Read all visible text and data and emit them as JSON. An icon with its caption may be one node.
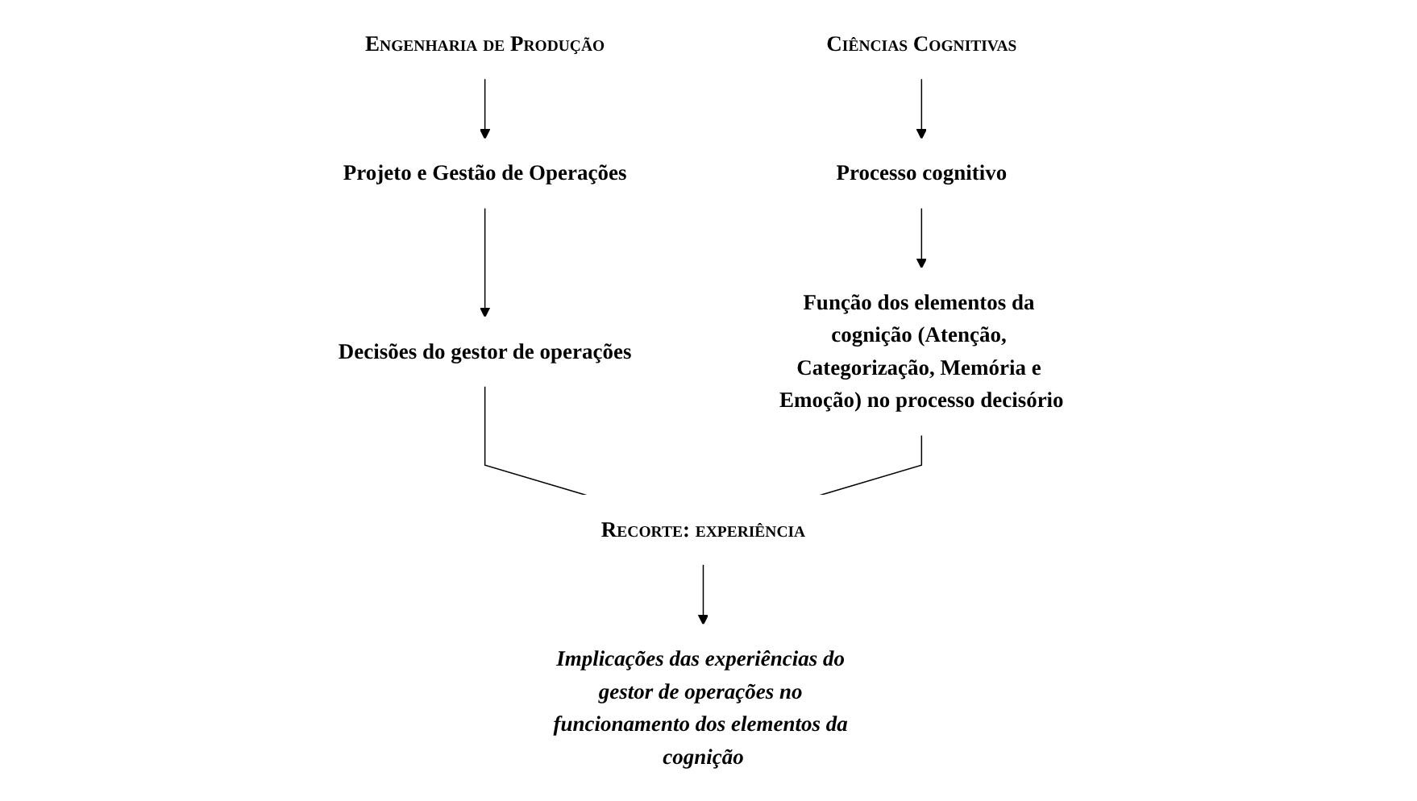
{
  "diagram": {
    "nodes": [
      {
        "text": [
          "Engenharia de Produção"
        ]
      },
      {
        "text": [
          "Projeto e Gestão de Operações"
        ]
      },
      {
        "text": [
          "Ciências Cognitivas"
        ]
      },
      {
        "text": [
          "Processo cognitivo"
        ]
      },
      {
        "text": [
          "Decisões do gestor de operações"
        ]
      },
      {
        "text": [
          "Função dos elementos da cognição (Atenção, Categorização, Memória e Emoção) no processo decisório"
        ]
      },
      {
        "text": [
          "Recorte: experiência"
        ]
      },
      {
        "text": [
          "Implicações das experiências do gestor de operações no funcionamento dos elementos da cognição"
        ]
      }
    ],
    "edges": [
      {
        "from": 0,
        "to": 1,
        "arrow": "to"
      },
      {
        "from": 2,
        "to": 3,
        "arrow": "to"
      },
      {
        "from": 1,
        "to": 4,
        "arrow": "to"
      },
      {
        "from": 3,
        "to": 5,
        "arrow": "to"
      },
      {
        "from": 4,
        "to": 6,
        "arrow": "none"
      },
      {
        "from": 5,
        "to": 6,
        "arrow": "none"
      },
      {
        "from": 6,
        "to": 7,
        "arrow": "to"
      }
    ]
  }
}
